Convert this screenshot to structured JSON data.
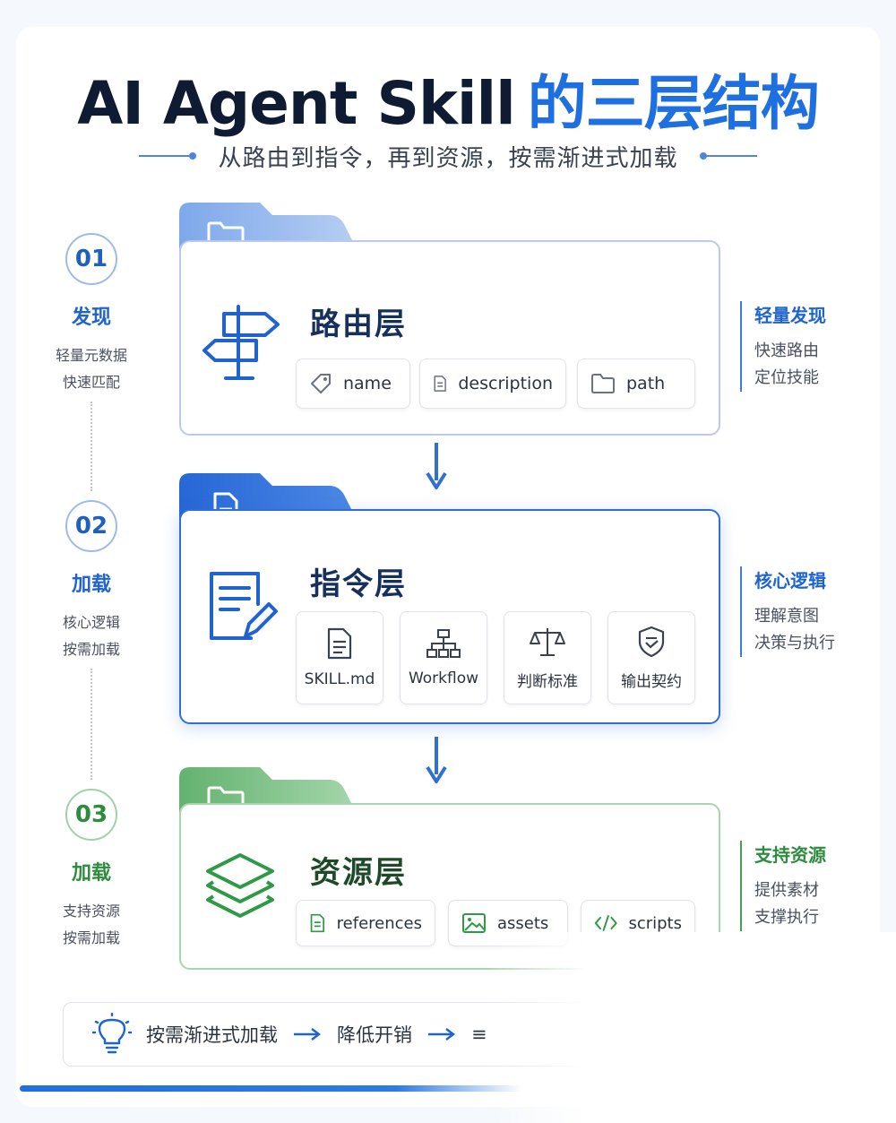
{
  "header": {
    "title_en": "AI Agent Skill",
    "title_zh": "的三层结构",
    "subtitle": "从路由到指令，再到资源，按需渐进式加载"
  },
  "steps": [
    {
      "number": "01",
      "name": "发现",
      "desc": [
        "轻量元数据",
        "快速匹配"
      ]
    },
    {
      "number": "02",
      "name": "加载",
      "desc": [
        "核心逻辑",
        "按需加载"
      ]
    },
    {
      "number": "03",
      "name": "加载",
      "desc": [
        "支持资源",
        "按需加载"
      ]
    }
  ],
  "layers": [
    {
      "title": "路由层",
      "icon": "signpost-icon",
      "items": [
        {
          "label": "name",
          "icon": "tag-icon"
        },
        {
          "label": "description",
          "icon": "document-icon"
        },
        {
          "label": "path",
          "icon": "folder-icon"
        }
      ]
    },
    {
      "title": "指令层",
      "icon": "document-edit-icon",
      "items": [
        {
          "label": "SKILL.md",
          "icon": "file-text-icon"
        },
        {
          "label": "Workflow",
          "icon": "flowchart-icon"
        },
        {
          "label": "判断标准",
          "icon": "balance-scale-icon"
        },
        {
          "label": "输出契约",
          "icon": "shield-check-icon"
        }
      ]
    },
    {
      "title": "资源层",
      "icon": "layers-icon",
      "items": [
        {
          "label": "references",
          "icon": "document-icon"
        },
        {
          "label": "assets",
          "icon": "image-icon"
        },
        {
          "label": "scripts",
          "icon": "code-icon"
        }
      ]
    }
  ],
  "notes": [
    {
      "title": "轻量发现",
      "lines": [
        "快速路由",
        "定位技能"
      ]
    },
    {
      "title": "核心逻辑",
      "lines": [
        "理解意图",
        "决策与执行"
      ]
    },
    {
      "title": "支持资源",
      "lines": [
        "提供素材",
        "支撑执行"
      ]
    }
  ],
  "footer": {
    "icon": "lightbulb-icon",
    "steps": [
      "按需渐进式加载",
      "降低开销",
      "≡"
    ]
  },
  "colors": {
    "blue": "#1e6fe0",
    "dark_blue": "#2f6fd6",
    "light_blue": "#8fb3ea",
    "green": "#46a058",
    "navy": "#0f1b33"
  }
}
